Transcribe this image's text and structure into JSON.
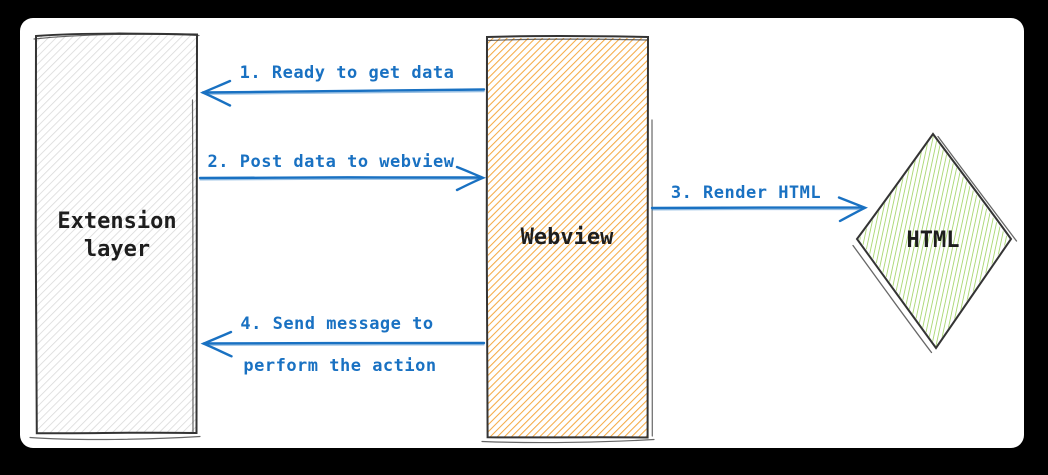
{
  "frame": {
    "background_color": "#000000",
    "canvas_background_color": "#ffffff"
  },
  "diagram": {
    "colors": {
      "arrow_blue": "#1971c2",
      "node_stroke": "#343434",
      "extension_hatch": "#d7d7d7",
      "webview_hatch": "#f5ab47",
      "html_hatch": "#a9d771",
      "node_label_text": "#1e1e1e"
    },
    "nodes": {
      "extension": {
        "label": "Extension layer",
        "shape": "rectangle",
        "fill_style": "hachure"
      },
      "webview": {
        "label": "Webview",
        "shape": "rectangle",
        "fill_style": "hachure"
      },
      "html": {
        "label": "HTML",
        "shape": "diamond",
        "fill_style": "hachure"
      }
    },
    "arrows": {
      "step1": {
        "label": "1. Ready to get data",
        "from": "Webview",
        "to": "Extension layer",
        "direction": "left"
      },
      "step2": {
        "label": "2. Post data to webview",
        "from": "Extension layer",
        "to": "Webview",
        "direction": "right"
      },
      "step3": {
        "label": "3. Render HTML",
        "from": "Webview",
        "to": "HTML",
        "direction": "right"
      },
      "step4": {
        "label_line1": "4. Send message to",
        "label_line2": "perform the action",
        "from": "Webview",
        "to": "Extension layer",
        "direction": "left"
      }
    }
  }
}
